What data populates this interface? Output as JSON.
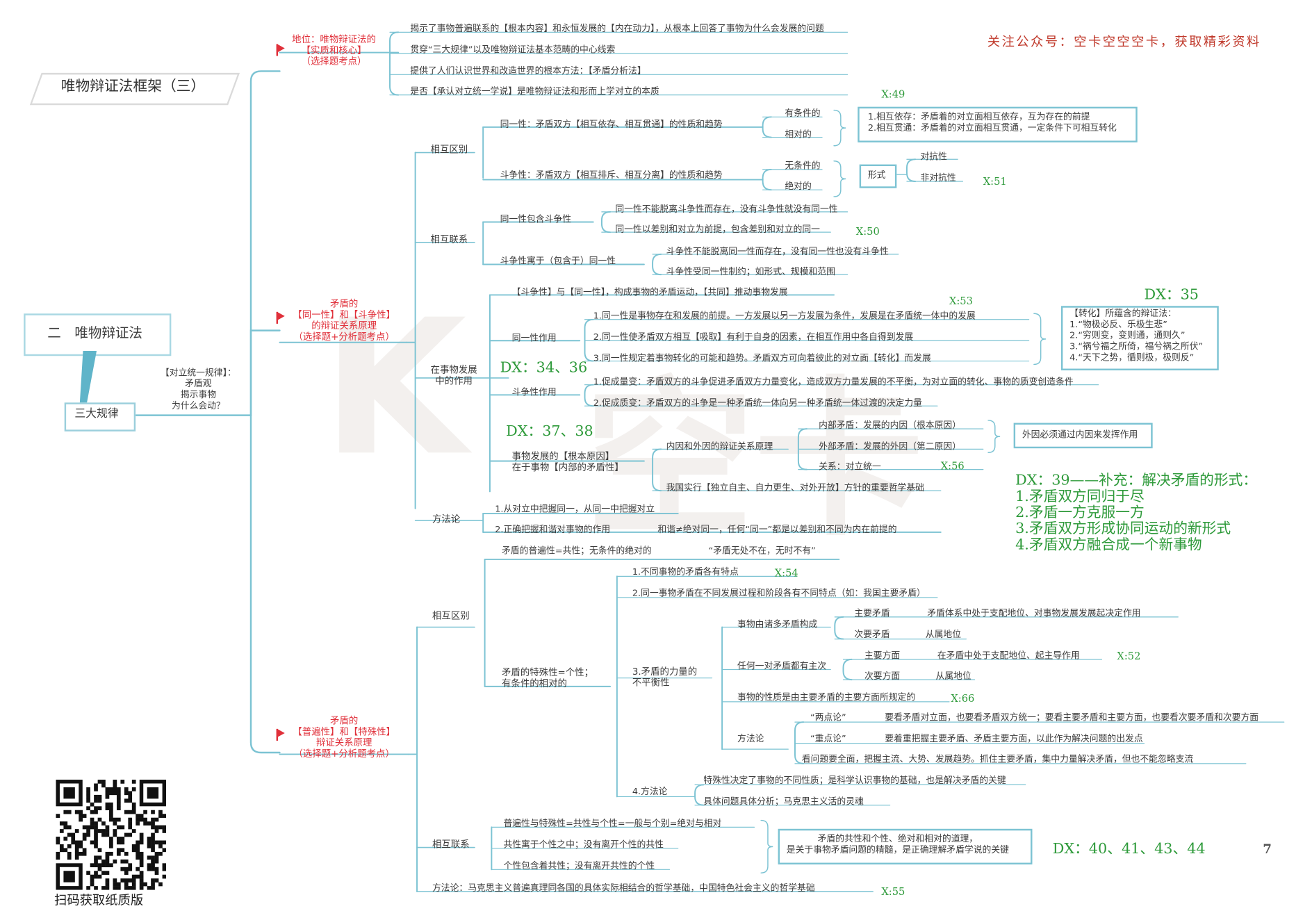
{
  "header_note": "关注公众号：空卡空空空卡，获取精彩资料",
  "title": "唯物辩证法框架（三）",
  "chapter": "二　唯物辩证法",
  "root_node": "三大规律",
  "root_note": "【对立统一规律】：\n矛盾观\n揭示事物\n为什么会动？",
  "page_number": "7",
  "qr_caption": "扫码获取纸质版",
  "branch_position": "地位：唯物辩证法的\n【实质和核心】\n（选择题考点）",
  "branch_identity": "矛盾的\n【同一性】和【斗争性】\n的辩证关系原理\n（选择题+分析题考点）",
  "branch_universal": "矛盾的\n【普遍性】和【特殊性】\n辩证关系原理\n（选择题+分析题考点）",
  "position_items": [
    "揭示了事物普遍联系的【根本内容】和永恒发展的【内在动力】，从根本上回答了事物为什么会发展的问题",
    "贯穿“三大规律”以及唯物辩证法基本范畴的中心线索",
    "提供了人们认识世界和改造世界的根本方法：【矛盾分析法】",
    "是否【承认对立统一学说】是唯物辩证法和形而上学对立的本质"
  ],
  "s1_label": "相互区别",
  "s1_identity": "同一性：矛盾双方【相互依存、相互贯通】的性质和趋势",
  "s1_conditional": "有条件的",
  "s1_relative": "相对的",
  "s1_box": "1.相互依存：矛盾着的对立面相互依存，互为存在的前提\n2.相互贯通：矛盾着的对立面相互贯通，一定条件下可相互转化",
  "s1_struggle": "斗争性：矛盾双方【相互排斥、相互分离】的性质和趋势",
  "s1_unconditional": "无条件的",
  "s1_absolute": "绝对的",
  "s1_form": "形式",
  "s1_antagonistic": "对抗性",
  "s1_nonantagonistic": "非对抗性",
  "s2_label": "相互联系",
  "s2_a": "同一性包含斗争性",
  "s2_a1": "同一性不能脱离斗争性而存在，没有斗争性就没有同一性",
  "s2_a2": "同一性以差别和对立为前提，包含差别和对立的同一",
  "s2_b": "斗争性寓于（包含于）同一性",
  "s2_b1": "斗争性不能脱离同一性而存在，没有同一性也没有斗争性",
  "s2_b2": "斗争性受同一性制约；如形式、规模和范围",
  "s3_label": "在事物发展\n中的作用",
  "s3_top": "【斗争性】与【同一性】，构成事物的矛盾运动，【共同】推动事物发展",
  "s3_id": "同一性作用",
  "s3_id1": "1.同一性是事物存在和发展的前提。一方发展以另一方发展为条件，发展是在矛盾统一体中的发展",
  "s3_id2": "2.同一性使矛盾双方相互【吸取】有利于自身的因素，在相互作用中各自得到发展",
  "s3_id3": "3.同一性规定着事物转化的可能和趋势。矛盾双方可向着彼此的对立面【转化】而发展",
  "s3_box": "【转化】所蕴含的辩证法：\n1.“物极必反、乐极生悲”\n2.“穷则变，变则通，通则久”\n3.“祸兮福之所倚，福兮祸之所伏”\n4.“天下之势，循则极，极则反”",
  "s3_st": "斗争性作用",
  "s3_st1": "1.促成量变：矛盾双方的斗争促进矛盾双方力量变化，造成双方力量发展的不平衡，为对立面的转化、事物的质变创造条件",
  "s3_st2": "2.促成质变：矛盾双方的斗争是一种矛盾统一体向另一种矛盾统一体过渡的决定力量",
  "s3_root": "事物发展的【根本原因】\n在于事物【内部的矛盾性】",
  "s3_io": "内因和外因的辩证关系原理",
  "s3_in": "内部矛盾：发展的内因（根本原因）",
  "s3_out": "外部矛盾：发展的外因（第二原因）",
  "s3_rel": "关系：对立统一",
  "s3_box2": "外因必须通过内因来发挥作用",
  "s3_china": "我国实行【独立自主、自力更生、对外开放】方针的重要哲学基础",
  "s4_label": "方法论",
  "s4_1": "1.从对立中把握同一，从同一中把握对立",
  "s4_2": "2.正确把握和谐对事物的作用",
  "s4_2b": "和谐≠绝对同一，任何“同一”都是以差别和不同为内在前提的",
  "u1_label": "相互区别",
  "u1_univ": "矛盾的普遍性=共性；无条件的绝对的",
  "u1_univq": "“矛盾无处不在，无时不有”",
  "u1_part": "矛盾的特殊性=个性；\n有条件的相对的",
  "u1_1": "1.不同事物的矛盾各有特点",
  "u1_2": "2.同一事物矛盾在不同发展过程和阶段各有不同特点（如：我国主要矛盾）",
  "u1_3": "3.矛盾的力量的\n不平衡性",
  "u1_3a": "事物由诸多矛盾构成",
  "u1_main": "主要矛盾",
  "u1_main_d": "矛盾体系中处于支配地位、对事物发展发展起决定作用",
  "u1_sec": "次要矛盾",
  "u1_sec_d": "从属地位",
  "u1_3b": "任何一对矛盾都有主次",
  "u1_maina": "主要方面",
  "u1_maina_d": "在矛盾中处于支配地位、起主导作用",
  "u1_seca": "次要方面",
  "u1_seca_d": "从属地位",
  "u1_3c": "事物的性质是由主要矛盾的主要方面所规定的",
  "u1_meth": "方法论",
  "u1_two": "“两点论”",
  "u1_two_d": "要看矛盾对立面，也要看矛盾双方统一；要看主要矛盾和主要方面，也要看次要矛盾和次要方面",
  "u1_key": "“重点论”",
  "u1_key_d": "要着重把握主要矛盾、矛盾主要方面，以此作为解决问题的出发点",
  "u1_all": "看问题要全面，把握主流、大势、发展趋势。抓住主要矛盾，集中力量解决矛盾，但也不能忽略支流",
  "u1_4": "4.方法论",
  "u1_4a": "特殊性决定了事物的不同性质；是科学认识事物的基础，也是解决矛盾的关键",
  "u1_4b": "具体问题具体分析；马克思主义活的灵魂",
  "u2_label": "相互联系",
  "u2_1": "普遍性与特殊性=共性与个性=一般与个别=绝对与相对",
  "u2_2": "共性寓于个性之中；没有离开个性的共性",
  "u2_3": "个性包含着共性；没有离开共性的个性",
  "u2_box": "矛盾的共性和个性、绝对和相对的道理，\n是关于事物矛盾问题的精髓，是正确理解矛盾学说的关键",
  "u3": "方法论：马克思主义普遍真理同各国的具体实际相结合的哲学基础，中国特色社会主义的哲学基础",
  "x49": "X:49",
  "x51": "X:51",
  "x50": "X:50",
  "x53": "X:53",
  "dx35": "DX：35",
  "dx3436": "DX：34、36",
  "dx3738": "DX：37、38",
  "x56": "X:56",
  "x54": "X:54",
  "x52": "X:52",
  "x66": "X:66",
  "x55": "X:55",
  "dx40": "DX：40、41、43、44",
  "dx39": "DX：39——补充：解决矛盾的形式：\n1.矛盾双方同归于尽\n2.矛盾一方克服一方\n3.矛盾双方形成协同运动的新形式\n4.矛盾双方融合成一个新事物",
  "colors": {
    "line": "#7cc3d3",
    "red": "#e0303a",
    "green": "#2e9a3a",
    "title_note": "#c0392b"
  }
}
